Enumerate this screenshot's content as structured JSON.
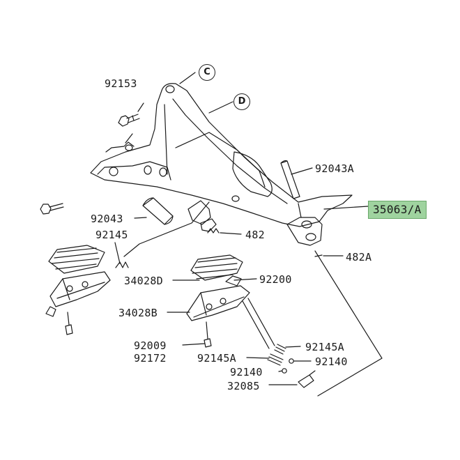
{
  "callouts": [
    {
      "id": "C",
      "label": "C"
    },
    {
      "id": "D",
      "label": "D"
    }
  ],
  "parts": [
    {
      "id": "p92153",
      "label": "92153"
    },
    {
      "id": "p92043A",
      "label": "92043A"
    },
    {
      "id": "p35063A",
      "label": "35063/A",
      "highlighted": true,
      "highlight_color": "#9fd39f"
    },
    {
      "id": "p92043",
      "label": "92043"
    },
    {
      "id": "p92145",
      "label": "92145"
    },
    {
      "id": "p482",
      "label": "482"
    },
    {
      "id": "p482A",
      "label": "482A"
    },
    {
      "id": "p34028D",
      "label": "34028D"
    },
    {
      "id": "p92200",
      "label": "92200"
    },
    {
      "id": "p34028B",
      "label": "34028B"
    },
    {
      "id": "p92009",
      "label": "92009"
    },
    {
      "id": "p92172",
      "label": "92172"
    },
    {
      "id": "p92145A_r",
      "label": "92145A"
    },
    {
      "id": "p92145A_l",
      "label": "92145A"
    },
    {
      "id": "p92140_r",
      "label": "92140"
    },
    {
      "id": "p92140_l",
      "label": "92140"
    },
    {
      "id": "p32085",
      "label": "32085"
    }
  ]
}
